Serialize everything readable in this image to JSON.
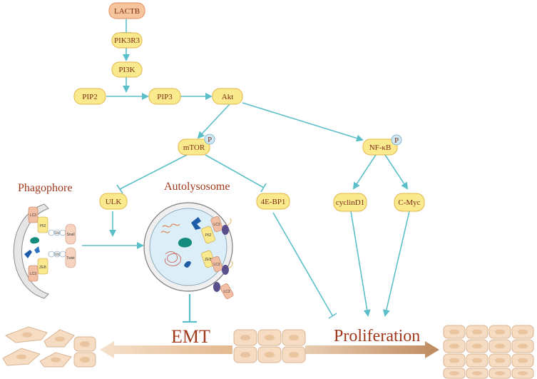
{
  "colors": {
    "arrow": "#5bbfc9",
    "node_fill": "#fbe98e",
    "node_stroke": "#e0b64a",
    "lactb_fill": "#f7c59d",
    "lactb_stroke": "#e08a5a",
    "label_text": "#7a2e14",
    "emphasis_text": "#a0391c",
    "phospho_fill": "#cfe8f5",
    "cell_fill": "#f6dcc2",
    "cell_stroke": "#d9b493",
    "nucleus": "#e9c49f",
    "big_arrow_left": "#e9c7a7",
    "big_arrow_right": "#c9986f"
  },
  "nodes": {
    "lactb": "LACTB",
    "pik3r3": "PIK3R3",
    "pi3k": "PI3K",
    "pip2": "PIP2",
    "pip3": "PIP3",
    "akt": "Akt",
    "mtor": "mTOR",
    "nfkb": "NF-κB",
    "ulk": "ULK",
    "ebp1": "4E-BP1",
    "cyclind1": "cyclinD1",
    "cmyc": "C-Myc"
  },
  "phospho": "P",
  "labels": {
    "phagophore": "Phagophore",
    "autolysosome": "Autolysosome",
    "emt": "EMT",
    "proliferation": "Proliferation"
  },
  "phagophore_items": {
    "lc3_top": "LC3",
    "p62": "P62",
    "snail": "Snail",
    "twist": "Twist",
    "zeb": "ZEB",
    "lc3_bottom": "LC3",
    "ub": "Ub"
  },
  "autolysosome_items": {
    "lc3_a": "LC3",
    "p62": "P62",
    "zeb": "ZEB",
    "lc3_b": "LC3",
    "lc3_c": "LC3"
  }
}
